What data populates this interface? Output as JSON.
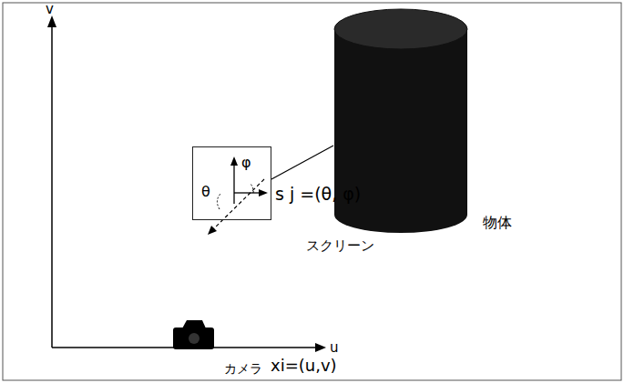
{
  "diagram": {
    "nodes": [
      {
        "text": [
          "θ",
          "φ"
        ]
      },
      {
        "text": [
          "物体"
        ]
      }
    ],
    "edges": [
      {
        "from": 0,
        "to": 1,
        "arrow": "none"
      }
    ],
    "labels": [
      "v",
      "u",
      "s j =(θ, φ)",
      "スクリーン",
      "カメラ",
      "xi=(u,v)"
    ]
  }
}
